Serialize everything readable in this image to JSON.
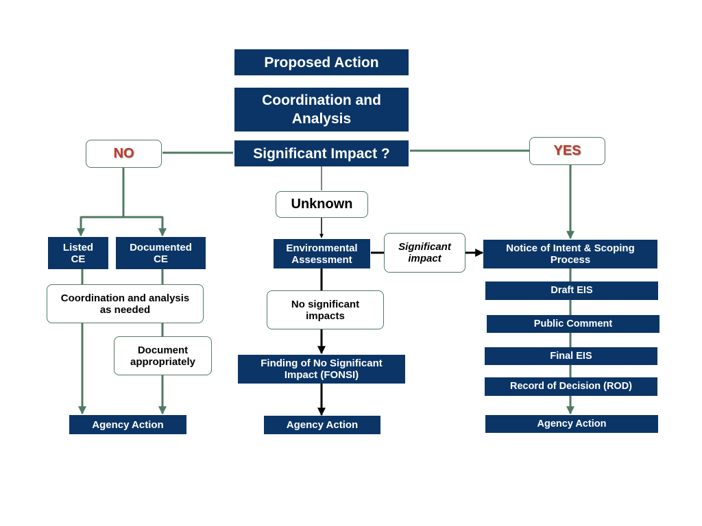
{
  "colors": {
    "box_fill": "#0b3566",
    "green_line": "#4f7a62",
    "black_line": "#000000",
    "label_red": "#c0392b"
  },
  "top": {
    "proposed_action": "Proposed Action",
    "coordination_analysis": "Coordination and Analysis",
    "significant_impact_question": "Significant Impact ?"
  },
  "branches": {
    "no_label": "NO",
    "yes_label": "YES",
    "unknown_label": "Unknown"
  },
  "left": {
    "listed_ce": "Listed CE",
    "documented_ce": "Documented CE",
    "coordination_as_needed": "Coordination and analysis as needed",
    "document_appropriately": "Document appropriately",
    "agency_action": "Agency Action"
  },
  "middle": {
    "environmental_assessment": "Environmental Assessment",
    "significant_impact": "Significant impact",
    "no_significant_impacts": "No significant impacts",
    "fonsi": "Finding of No Significant Impact (FONSI)",
    "agency_action": "Agency Action"
  },
  "right": {
    "notice_of_intent": "Notice of Intent & Scoping Process",
    "draft_eis": "Draft EIS",
    "public_comment": "Public Comment",
    "final_eis": "Final EIS",
    "record_of_decision": "Record of Decision (ROD)",
    "agency_action": "Agency Action"
  }
}
